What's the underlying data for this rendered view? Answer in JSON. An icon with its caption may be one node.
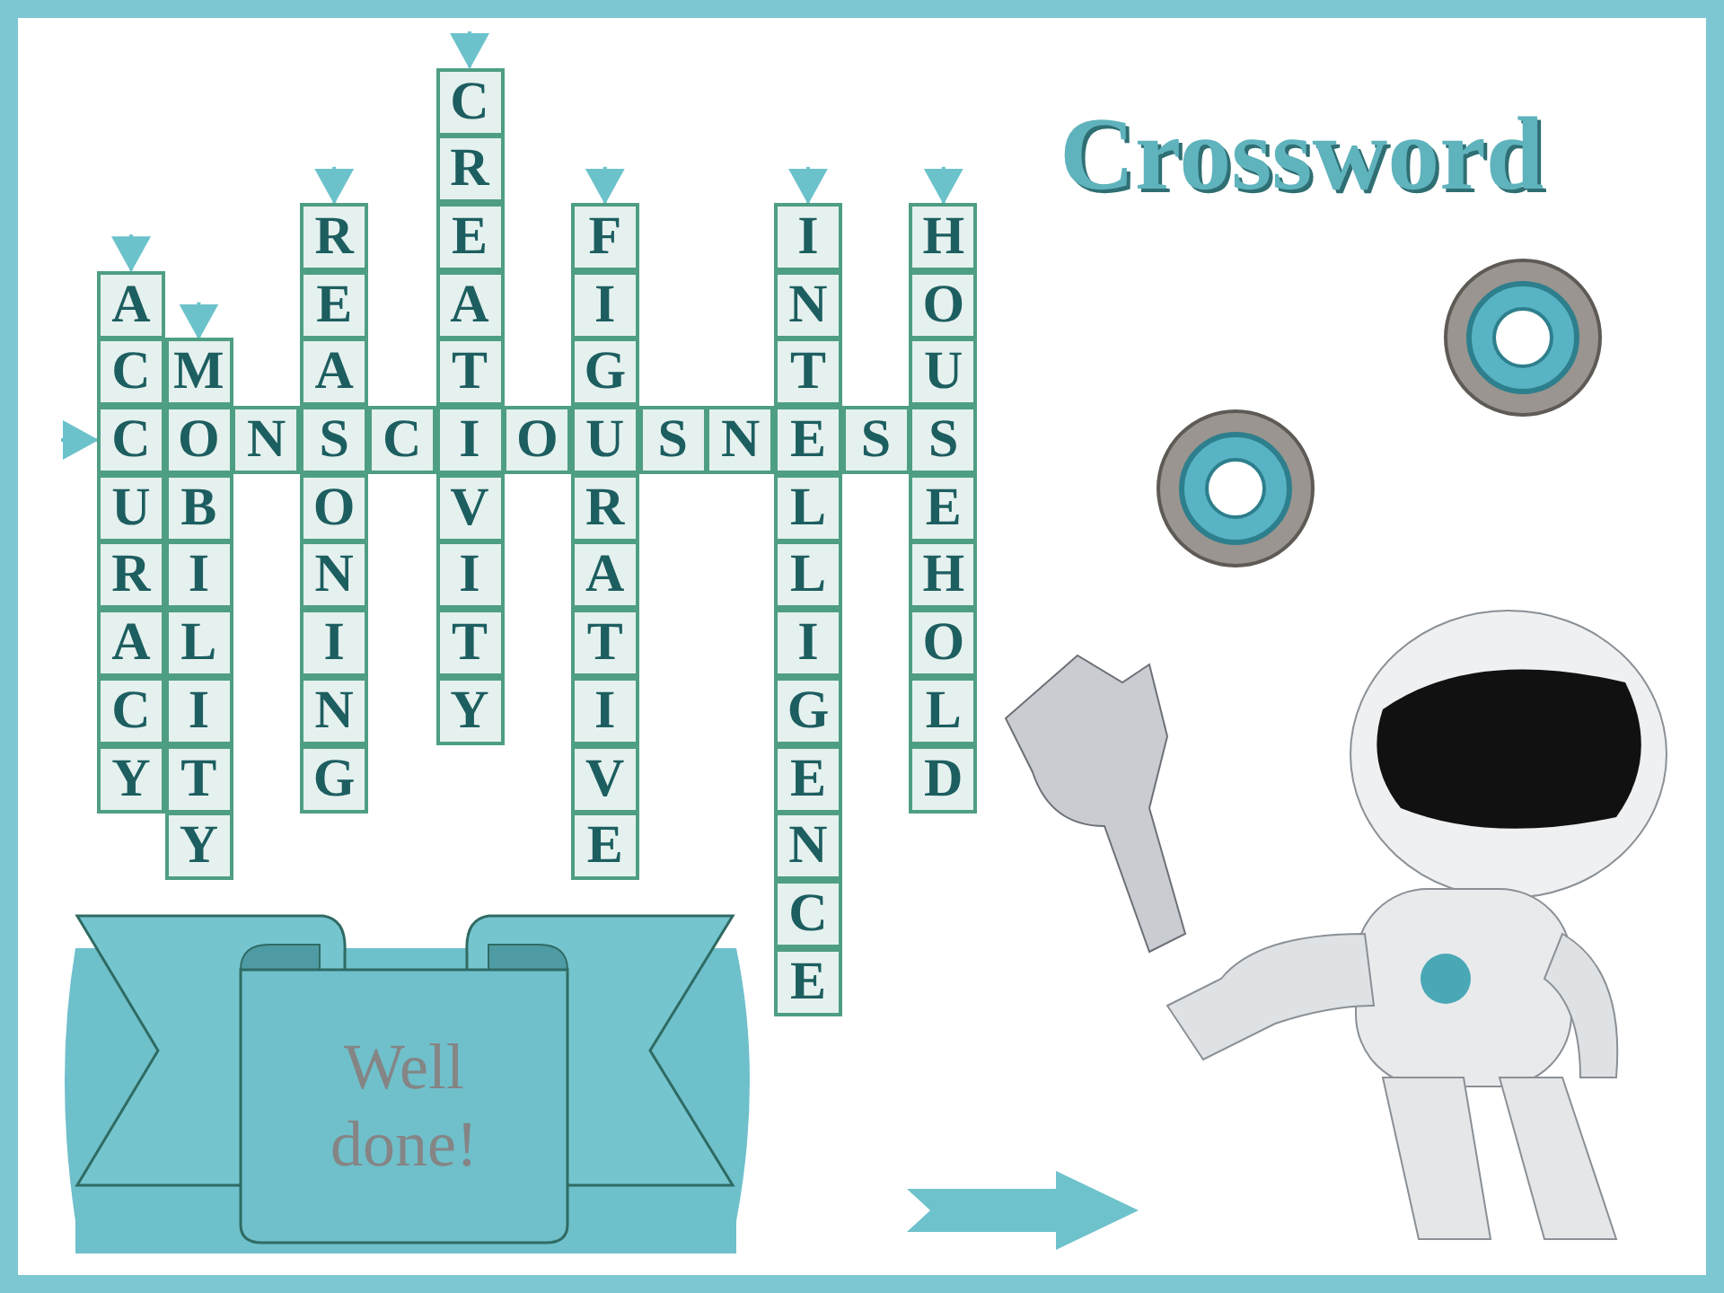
{
  "diagram": {
    "title": "Crossword",
    "nodes": [
      {
        "text": [
          "C"
        ]
      },
      {
        "text": [
          "R"
        ]
      },
      {
        "text": [
          "R"
        ]
      },
      {
        "text": [
          "E"
        ]
      },
      {
        "text": [
          "F"
        ]
      },
      {
        "text": [
          "I"
        ]
      },
      {
        "text": [
          "H"
        ]
      },
      {
        "text": [
          "A"
        ]
      },
      {
        "text": [
          "E"
        ]
      },
      {
        "text": [
          "A"
        ]
      },
      {
        "text": [
          "I"
        ]
      },
      {
        "text": [
          "N"
        ]
      },
      {
        "text": [
          "O"
        ]
      },
      {
        "text": [
          "C"
        ]
      },
      {
        "text": [
          "M"
        ]
      },
      {
        "text": [
          "A"
        ]
      },
      {
        "text": [
          "T"
        ]
      },
      {
        "text": [
          "G"
        ]
      },
      {
        "text": [
          "T"
        ]
      },
      {
        "text": [
          "U"
        ]
      },
      {
        "text": [
          "C"
        ]
      },
      {
        "text": [
          "O"
        ]
      },
      {
        "text": [
          "N"
        ]
      },
      {
        "text": [
          "S"
        ]
      },
      {
        "text": [
          "C"
        ]
      },
      {
        "text": [
          "I"
        ]
      },
      {
        "text": [
          "O"
        ]
      },
      {
        "text": [
          "U"
        ]
      },
      {
        "text": [
          "S"
        ]
      },
      {
        "text": [
          "N"
        ]
      },
      {
        "text": [
          "E"
        ]
      },
      {
        "text": [
          "S"
        ]
      },
      {
        "text": [
          "S"
        ]
      },
      {
        "text": [
          "U"
        ]
      },
      {
        "text": [
          "B"
        ]
      },
      {
        "text": [
          "O"
        ]
      },
      {
        "text": [
          "V"
        ]
      },
      {
        "text": [
          "R"
        ]
      },
      {
        "text": [
          "L"
        ]
      },
      {
        "text": [
          "E"
        ]
      },
      {
        "text": [
          "R"
        ]
      },
      {
        "text": [
          "I"
        ]
      },
      {
        "text": [
          "N"
        ]
      },
      {
        "text": [
          "I"
        ]
      },
      {
        "text": [
          "A"
        ]
      },
      {
        "text": [
          "L"
        ]
      },
      {
        "text": [
          "H"
        ]
      },
      {
        "text": [
          "A"
        ]
      },
      {
        "text": [
          "L"
        ]
      },
      {
        "text": [
          "I"
        ]
      },
      {
        "text": [
          "T"
        ]
      },
      {
        "text": [
          "T"
        ]
      },
      {
        "text": [
          "I"
        ]
      },
      {
        "text": [
          "O"
        ]
      },
      {
        "text": [
          "C"
        ]
      },
      {
        "text": [
          "I"
        ]
      },
      {
        "text": [
          "N"
        ]
      },
      {
        "text": [
          "Y"
        ]
      },
      {
        "text": [
          "I"
        ]
      },
      {
        "text": [
          "G"
        ]
      },
      {
        "text": [
          "L"
        ]
      },
      {
        "text": [
          "Y"
        ]
      },
      {
        "text": [
          "T"
        ]
      },
      {
        "text": [
          "G"
        ]
      },
      {
        "text": [
          "V"
        ]
      },
      {
        "text": [
          "E"
        ]
      },
      {
        "text": [
          "D"
        ]
      },
      {
        "text": [
          "Y"
        ]
      },
      {
        "text": [
          "E"
        ]
      },
      {
        "text": [
          "N"
        ]
      },
      {
        "text": [
          "C"
        ]
      },
      {
        "text": [
          "E"
        ]
      },
      {
        "text": [
          "Well done!"
        ]
      }
    ],
    "edges": [
      {
        "from": null,
        "to": 7,
        "arrow": "to"
      },
      {
        "from": null,
        "to": 14,
        "arrow": "to"
      },
      {
        "from": null,
        "to": 2,
        "arrow": "to"
      },
      {
        "from": null,
        "to": 0,
        "arrow": "to"
      },
      {
        "from": null,
        "to": 4,
        "arrow": "to"
      },
      {
        "from": null,
        "to": 5,
        "arrow": "to"
      },
      {
        "from": null,
        "to": 6,
        "arrow": "to"
      },
      {
        "from": null,
        "to": 20,
        "arrow": "to"
      }
    ]
  }
}
